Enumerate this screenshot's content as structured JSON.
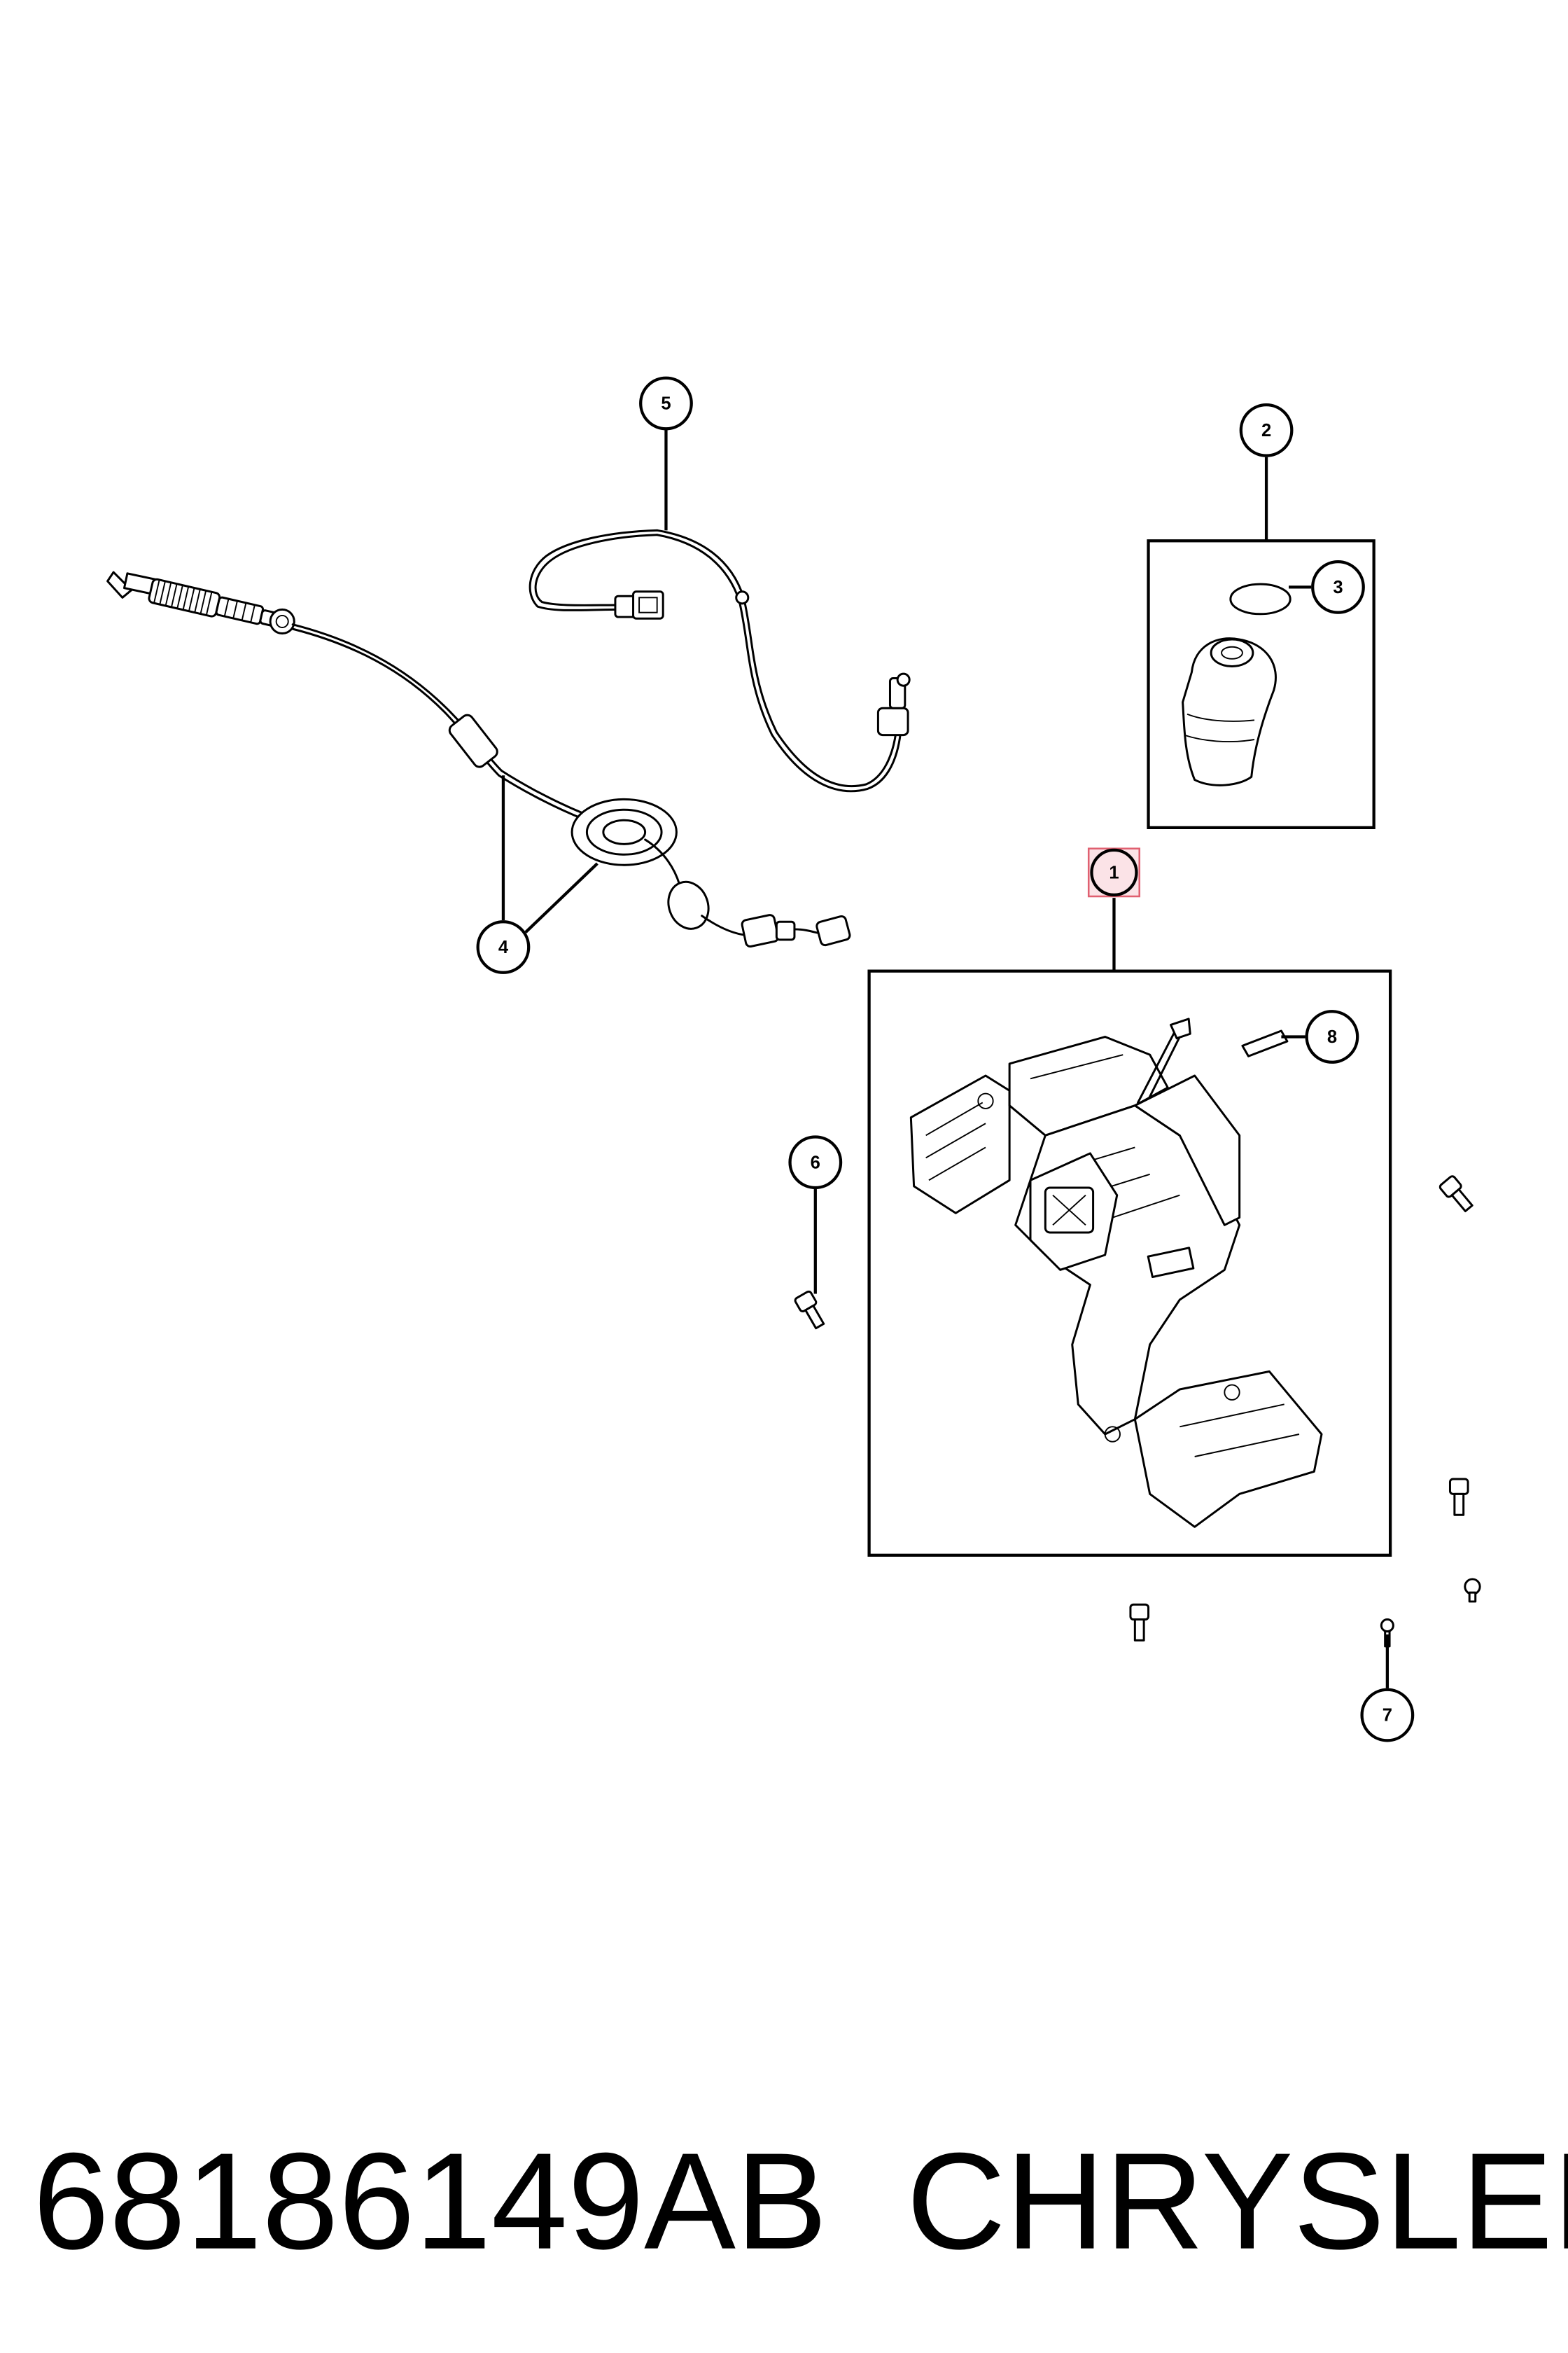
{
  "diagram": {
    "callouts": [
      {
        "id": "1",
        "label": "1",
        "highlighted": true
      },
      {
        "id": "2",
        "label": "2"
      },
      {
        "id": "3",
        "label": "3"
      },
      {
        "id": "4",
        "label": "4"
      },
      {
        "id": "5",
        "label": "5"
      },
      {
        "id": "6",
        "label": "6"
      },
      {
        "id": "7",
        "label": "7"
      },
      {
        "id": "8",
        "label": "8"
      }
    ],
    "highlight_color": "#e06070"
  },
  "footer": {
    "part_number": "68186149AB",
    "brand": "CHRYSLER"
  }
}
